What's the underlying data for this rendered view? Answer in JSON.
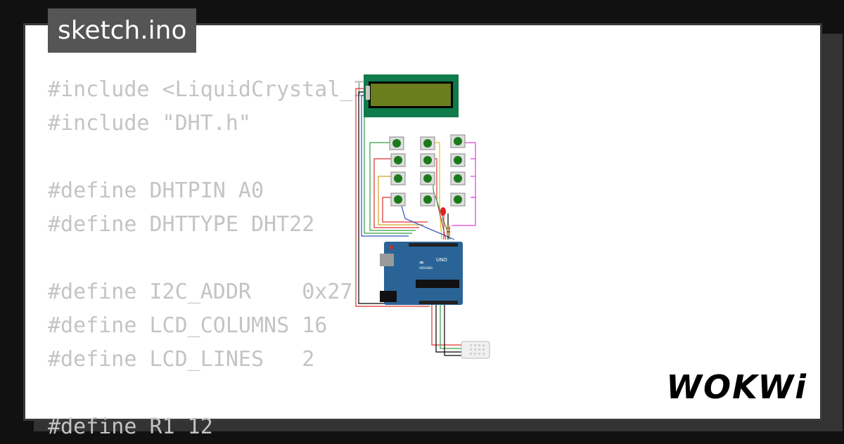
{
  "tab": {
    "filename": "sketch.ino"
  },
  "code_lines": [
    "#include <LiquidCrystal_I2C.h>",
    "#include \"DHT.h\"",
    "",
    "#define DHTPIN A0",
    "#define DHTTYPE DHT22",
    "",
    "#define I2C_ADDR    0x27",
    "#define LCD_COLUMNS 16",
    "#define LCD_LINES   2",
    "",
    "#define R1 12"
  ],
  "circuit": {
    "board_label": "UNO",
    "board_sub_label": "ARDUINO",
    "colors": {
      "board": "#2a6496",
      "lcd_frame": "#0f7a4a",
      "lcd_screen": "#6b7d1c",
      "button_cap": "#1a7a1a",
      "led": "#e02020"
    }
  },
  "brand": {
    "logo": "WOKWi"
  }
}
